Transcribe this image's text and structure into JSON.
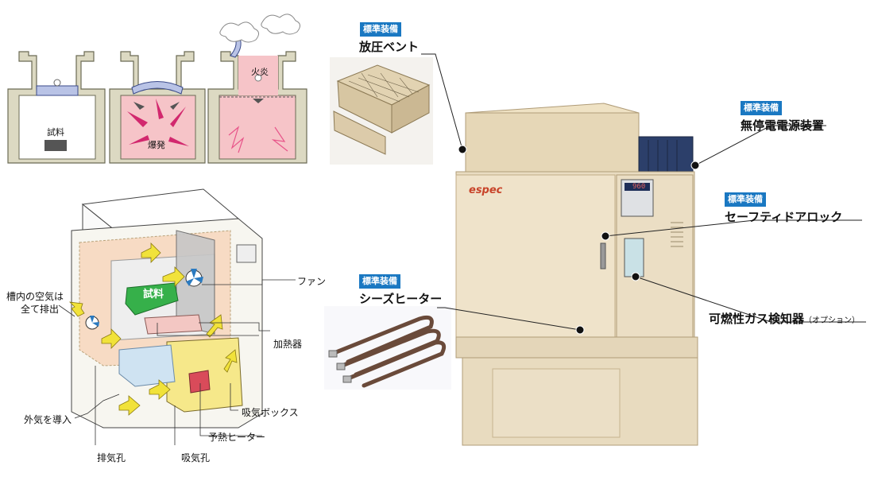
{
  "explosion_panels": {
    "sample_label": "試料",
    "explosion_label": "爆発",
    "flame_label": "火炎"
  },
  "cutaway": {
    "sample_label": "試料",
    "fan_label": "ファン",
    "exhaust_air_label_line1": "槽内の空気は",
    "exhaust_air_label_line2": "全て排出",
    "heater_label": "加熱器",
    "intake_outside_label": "外気を導入",
    "intake_box_label": "吸気ボックス",
    "preheater_label": "予熱ヒーター",
    "exhaust_port_label": "排気孔",
    "intake_port_label": "吸気孔"
  },
  "features": {
    "standard_badge": "標準装備",
    "vent_title": "放圧ベント",
    "ups_title": "無停電電源装置",
    "lock_title": "セーフティドアロック",
    "heater_title": "シーズヒーター",
    "gas_detector_title": "可燃性ガス検知器",
    "gas_detector_option": "（オプション）"
  },
  "brand": {
    "logo_text": "espec",
    "display_value": "960"
  }
}
